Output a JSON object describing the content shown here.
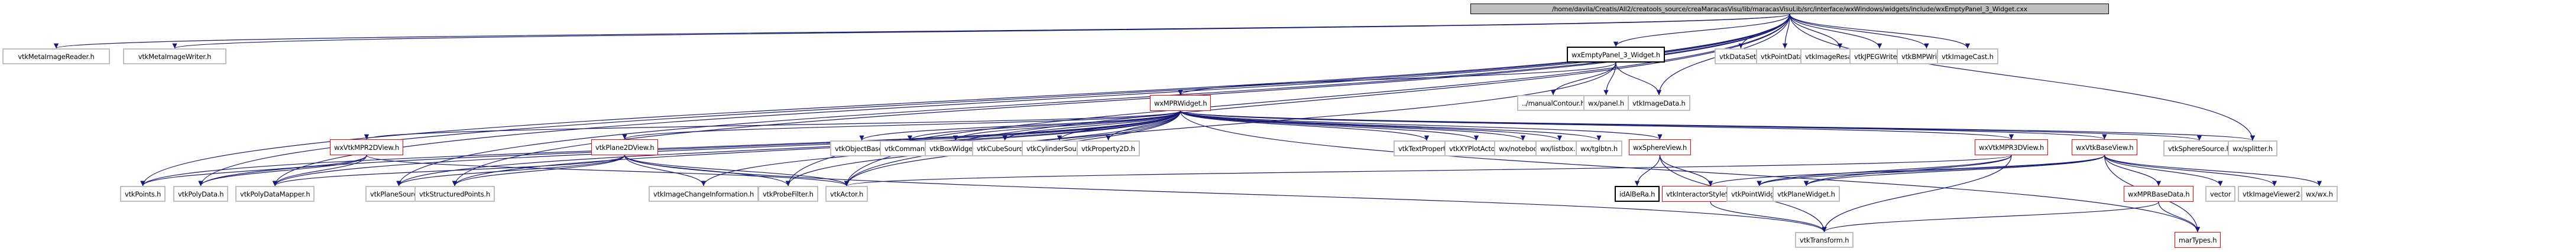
{
  "graph": {
    "type": "include-dependency-graph",
    "edge_color": "#191970",
    "root": {
      "id": "root",
      "label": "/home/davila/Creatis/All2/creatools_source/creaMaracasVisu/lib/maracasVisuLib/src/interface/wxWindows/widgets/include/wxEmptyPanel_3_Widget.cxx",
      "style": "root"
    },
    "nodes": [
      {
        "id": "vtkMetaImageReader",
        "label": "vtkMetaImageReader.h",
        "style": "gray"
      },
      {
        "id": "vtkMetaImageWriter",
        "label": "vtkMetaImageWriter.h",
        "style": "gray"
      },
      {
        "id": "wxEmptyPanel3",
        "label": "wxEmptyPanel_3_Widget.h",
        "style": "black"
      },
      {
        "id": "vtkDataSet",
        "label": "vtkDataSet.h",
        "style": "gray"
      },
      {
        "id": "vtkPointData",
        "label": "vtkPointData.h",
        "style": "gray"
      },
      {
        "id": "vtkImageResample",
        "label": "vtkImageResample.h",
        "style": "gray"
      },
      {
        "id": "vtkJPEGWriter",
        "label": "vtkJPEGWriter.h",
        "style": "gray"
      },
      {
        "id": "vtkBMPWriter",
        "label": "vtkBMPWriter.h",
        "style": "gray"
      },
      {
        "id": "vtkImageCast",
        "label": "vtkImageCast.h",
        "style": "gray"
      },
      {
        "id": "wxMPRWidget",
        "label": "wxMPRWidget.h",
        "style": "red"
      },
      {
        "id": "manualContour",
        "label": "../manualContour.h",
        "style": "gray"
      },
      {
        "id": "wxpanel",
        "label": "wx/panel.h",
        "style": "gray"
      },
      {
        "id": "vtkImageData",
        "label": "vtkImageData.h",
        "style": "gray"
      },
      {
        "id": "wxVtkMPR2DView",
        "label": "wxVtkMPR2DView.h",
        "style": "red"
      },
      {
        "id": "vtkPlane2DView",
        "label": "vtkPlane2DView.h",
        "style": "red"
      },
      {
        "id": "vtkObjectBase",
        "label": "vtkObjectBase.h",
        "style": "gray"
      },
      {
        "id": "vtkCommand",
        "label": "vtkCommand.h",
        "style": "gray"
      },
      {
        "id": "vtkBoxWidget",
        "label": "vtkBoxWidget.h",
        "style": "gray"
      },
      {
        "id": "vtkCubeSource",
        "label": "vtkCubeSource.h",
        "style": "gray"
      },
      {
        "id": "vtkCylinderSource",
        "label": "vtkCylinderSource.h",
        "style": "gray"
      },
      {
        "id": "vtkProperty2D",
        "label": "vtkProperty2D.h",
        "style": "gray"
      },
      {
        "id": "vtkTextProperty",
        "label": "vtkTextProperty.h",
        "style": "gray"
      },
      {
        "id": "vtkXYPlotActor",
        "label": "vtkXYPlotActor.h",
        "style": "gray"
      },
      {
        "id": "wxnotebook",
        "label": "wx/notebook.h",
        "style": "gray"
      },
      {
        "id": "wxlistbox",
        "label": "wx/listbox.h",
        "style": "gray"
      },
      {
        "id": "wxtglbtn",
        "label": "wx/tglbtn.h",
        "style": "gray"
      },
      {
        "id": "wxSphereView",
        "label": "wxSphereView.h",
        "style": "red"
      },
      {
        "id": "wxVtkMPR3DView",
        "label": "wxVtkMPR3DView.h",
        "style": "red"
      },
      {
        "id": "wxVtkBaseView",
        "label": "wxVtkBaseView.h",
        "style": "red"
      },
      {
        "id": "vtkSphereSource",
        "label": "vtkSphereSource.h",
        "style": "gray"
      },
      {
        "id": "wxsplitter",
        "label": "wx/splitter.h",
        "style": "gray"
      },
      {
        "id": "vtkPoints",
        "label": "vtkPoints.h",
        "style": "gray"
      },
      {
        "id": "vtkPolyData",
        "label": "vtkPolyData.h",
        "style": "gray"
      },
      {
        "id": "vtkPolyDataMapper",
        "label": "vtkPolyDataMapper.h",
        "style": "gray"
      },
      {
        "id": "vtkPlaneSource",
        "label": "vtkPlaneSource.h",
        "style": "gray"
      },
      {
        "id": "vtkStructuredPoints",
        "label": "vtkStructuredPoints.h",
        "style": "gray"
      },
      {
        "id": "vtkImageChangeInformation",
        "label": "vtkImageChangeInformation.h",
        "style": "gray"
      },
      {
        "id": "vtkProbeFilter",
        "label": "vtkProbeFilter.h",
        "style": "gray"
      },
      {
        "id": "vtkActor",
        "label": "vtkActor.h",
        "style": "gray"
      },
      {
        "id": "idAlBeRa",
        "label": "idAlBeRa.h",
        "style": "black"
      },
      {
        "id": "vtkInteractorStyleSphere",
        "label": "vtkInteractorStyleSphere.h",
        "style": "red"
      },
      {
        "id": "vtkPointWidget",
        "label": "vtkPointWidget.h",
        "style": "gray"
      },
      {
        "id": "vtkPlaneWidget",
        "label": "vtkPlaneWidget.h",
        "style": "gray"
      },
      {
        "id": "wxMPRBaseData",
        "label": "wxMPRBaseData.h",
        "style": "red"
      },
      {
        "id": "vector",
        "label": "vector",
        "style": "gray"
      },
      {
        "id": "vtkImageViewer2",
        "label": "vtkImageViewer2.h",
        "style": "gray"
      },
      {
        "id": "wxwx",
        "label": "wx/wx.h",
        "style": "gray"
      },
      {
        "id": "vtkTransform",
        "label": "vtkTransform.h",
        "style": "gray"
      },
      {
        "id": "marTypes",
        "label": "marTypes.h",
        "style": "red"
      }
    ],
    "edges": [
      [
        "root",
        "vtkMetaImageReader"
      ],
      [
        "root",
        "vtkMetaImageWriter"
      ],
      [
        "root",
        "wxEmptyPanel3"
      ],
      [
        "root",
        "vtkDataSet"
      ],
      [
        "root",
        "vtkPointData"
      ],
      [
        "root",
        "vtkImageResample"
      ],
      [
        "root",
        "vtkJPEGWriter"
      ],
      [
        "root",
        "vtkBMPWriter"
      ],
      [
        "root",
        "vtkImageCast"
      ],
      [
        "root",
        "vtkImageData"
      ],
      [
        "root",
        "wxsplitter"
      ],
      [
        "root",
        "vtkPolyDataMapper"
      ],
      [
        "root",
        "vtkPlaneSource"
      ],
      [
        "root",
        "vtkStructuredPoints"
      ],
      [
        "root",
        "vtkActor"
      ],
      [
        "root",
        "vtkPoints"
      ],
      [
        "root",
        "vtkPolyData"
      ],
      [
        "root",
        "vtkProbeFilter"
      ],
      [
        "wxEmptyPanel3",
        "wxMPRWidget"
      ],
      [
        "wxEmptyPanel3",
        "manualContour"
      ],
      [
        "wxEmptyPanel3",
        "wxpanel"
      ],
      [
        "wxEmptyPanel3",
        "vtkImageData"
      ],
      [
        "wxEmptyPanel3",
        "vtkActor"
      ],
      [
        "wxMPRWidget",
        "wxVtkMPR2DView"
      ],
      [
        "wxMPRWidget",
        "vtkPlane2DView"
      ],
      [
        "wxMPRWidget",
        "vtkObjectBase"
      ],
      [
        "wxMPRWidget",
        "vtkCommand"
      ],
      [
        "wxMPRWidget",
        "vtkBoxWidget"
      ],
      [
        "wxMPRWidget",
        "vtkCubeSource"
      ],
      [
        "wxMPRWidget",
        "vtkCylinderSource"
      ],
      [
        "wxMPRWidget",
        "vtkProperty2D"
      ],
      [
        "wxMPRWidget",
        "vtkTextProperty"
      ],
      [
        "wxMPRWidget",
        "vtkXYPlotActor"
      ],
      [
        "wxMPRWidget",
        "wxnotebook"
      ],
      [
        "wxMPRWidget",
        "wxlistbox"
      ],
      [
        "wxMPRWidget",
        "wxtglbtn"
      ],
      [
        "wxMPRWidget",
        "wxSphereView"
      ],
      [
        "wxMPRWidget",
        "wxVtkMPR3DView"
      ],
      [
        "wxMPRWidget",
        "wxVtkBaseView"
      ],
      [
        "wxMPRWidget",
        "vtkSphereSource"
      ],
      [
        "wxMPRWidget",
        "wxsplitter"
      ],
      [
        "wxMPRWidget",
        "vtkPoints"
      ],
      [
        "wxMPRWidget",
        "vtkPolyData"
      ],
      [
        "wxMPRWidget",
        "vtkPolyDataMapper"
      ],
      [
        "wxMPRWidget",
        "vtkPlaneSource"
      ],
      [
        "wxMPRWidget",
        "vtkStructuredPoints"
      ],
      [
        "wxMPRWidget",
        "vtkImageChangeInformation"
      ],
      [
        "wxMPRWidget",
        "vtkProbeFilter"
      ],
      [
        "wxMPRWidget",
        "vtkActor"
      ],
      [
        "wxMPRWidget",
        "marTypes"
      ],
      [
        "wxVtkMPR2DView",
        "vtkPoints"
      ],
      [
        "wxVtkMPR2DView",
        "vtkPolyData"
      ],
      [
        "wxVtkMPR2DView",
        "vtkPolyDataMapper"
      ],
      [
        "wxVtkMPR2DView",
        "vtkActor"
      ],
      [
        "vtkPlane2DView",
        "vtkPolyDataMapper"
      ],
      [
        "vtkPlane2DView",
        "vtkPlaneSource"
      ],
      [
        "vtkPlane2DView",
        "vtkStructuredPoints"
      ],
      [
        "vtkPlane2DView",
        "vtkImageChangeInformation"
      ],
      [
        "vtkPlane2DView",
        "vtkProbeFilter"
      ],
      [
        "vtkPlane2DView",
        "vtkActor"
      ],
      [
        "vtkPlane2DView",
        "vtkTransform"
      ],
      [
        "wxSphereView",
        "idAlBeRa"
      ],
      [
        "wxSphereView",
        "vtkInteractorStyleSphere"
      ],
      [
        "wxSphereView",
        "vtkTransform"
      ],
      [
        "wxVtkMPR3DView",
        "vtkPointWidget"
      ],
      [
        "wxVtkMPR3DView",
        "vtkPlaneWidget"
      ],
      [
        "wxVtkMPR3DView",
        "vtkActor"
      ],
      [
        "wxVtkMPR3DView",
        "vtkTransform"
      ],
      [
        "wxVtkBaseView",
        "wxMPRBaseData"
      ],
      [
        "wxVtkBaseView",
        "marTypes"
      ],
      [
        "wxVtkBaseView",
        "vector"
      ],
      [
        "wxVtkBaseView",
        "vtkImageViewer2"
      ],
      [
        "wxVtkBaseView",
        "wxwx"
      ],
      [
        "wxVtkBaseView",
        "vtkInteractorStyleSphere"
      ],
      [
        "wxVtkBaseView",
        "vtkPointWidget"
      ],
      [
        "wxVtkBaseView",
        "vtkPlaneWidget"
      ],
      [
        "wxMPRBaseData",
        "marTypes"
      ],
      [
        "wxMPRBaseData",
        "vtkTransform"
      ],
      [
        "vtkInteractorStyleSphere",
        "vtkTransform"
      ]
    ]
  }
}
